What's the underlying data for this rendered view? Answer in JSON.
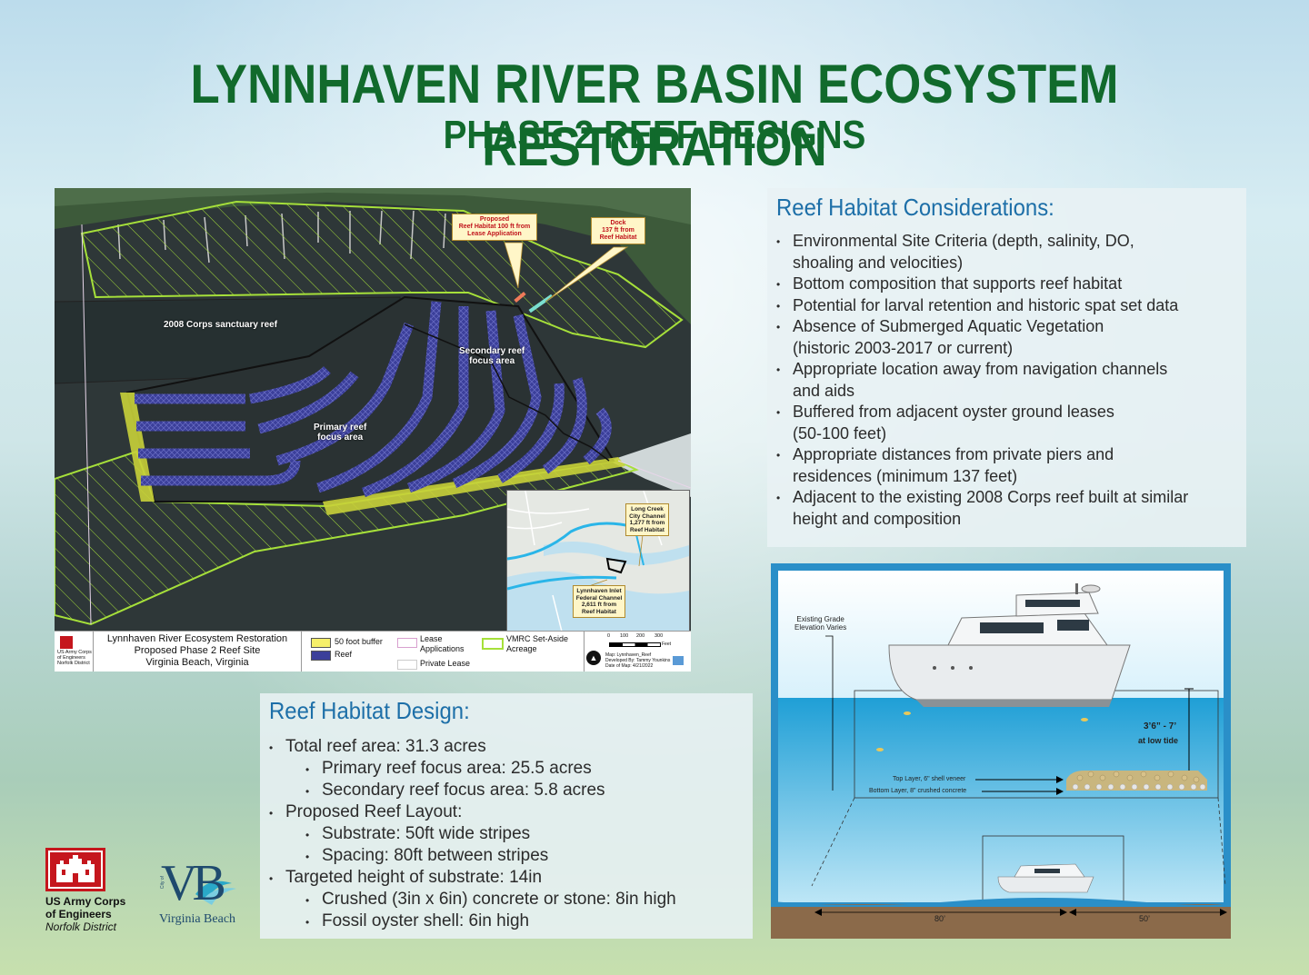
{
  "header": {
    "title": "LYNNHAVEN RIVER BASIN ECOSYSTEM RESTORATION",
    "subtitle": "PHASE 2 REEF DESIGNS"
  },
  "map": {
    "labels": {
      "sanctuary": "2008 Corps sanctuary reef",
      "secondary_l1": "Secondary reef",
      "secondary_l2": "focus area",
      "primary_l1": "Primary reef",
      "primary_l2": "focus area"
    },
    "callouts": {
      "proposed_l1": "Proposed",
      "proposed_l2": "Reef Habitat 100 ft from",
      "proposed_l3": "Lease Application",
      "dock_l1": "Dock",
      "dock_l2": "137 ft from",
      "dock_l3": "Reef Habitat"
    },
    "inset": {
      "long_creek_l1": "Long Creek",
      "long_creek_l2": "City Channel",
      "long_creek_l3": "1,277 ft from",
      "long_creek_l4": "Reef Habitat",
      "inlet_l1": "Lynnhaven Inlet",
      "inlet_l2": "Federal Channel",
      "inlet_l3": "2,611 ft from",
      "inlet_l4": "Reef Habitat"
    },
    "legend": {
      "org_l1": "US Army Corps",
      "org_l2": "of Engineers",
      "org_l3": "Norfolk District",
      "map_title_l1": "Lynnhaven River Ecosystem Restoration",
      "map_title_l2": "Proposed Phase 2 Reef Site",
      "map_title_l3": "Virginia Beach, Virginia",
      "buffer": "50 foot buffer",
      "reef": "Reef",
      "lease_l1": "Lease",
      "lease_l2": "Applications",
      "private_lease": "Private Lease",
      "vmrc_l1": "VMRC Set-Aside",
      "vmrc_l2": "Acreage",
      "scale": [
        "0",
        "100",
        "200",
        "300"
      ],
      "scale_unit": "Feet",
      "meta_l1": "Map: Lynnhaven_Reef",
      "meta_l2": "Developed By: Tammy Younkins",
      "meta_l3": "Date of Map: 4/21/2022"
    }
  },
  "considerations": {
    "heading": "Reef Habitat Considerations:",
    "items": [
      [
        "Environmental Site Criteria (depth, salinity, DO,",
        "shoaling and velocities)"
      ],
      [
        "Bottom composition that supports reef habitat"
      ],
      [
        "Potential for larval retention and historic spat set data"
      ],
      [
        "Absence of Submerged Aquatic Vegetation",
        "(historic 2003-2017 or current)"
      ],
      [
        "Appropriate location away from navigation channels",
        "and aids"
      ],
      [
        "Buffered from adjacent oyster ground leases",
        "(50-100 feet)"
      ],
      [
        "Appropriate distances from private piers and",
        "residences (minimum 137 feet)"
      ],
      [
        "Adjacent to the existing 2008 Corps reef built at similar",
        "height and composition"
      ]
    ]
  },
  "design": {
    "heading": "Reef Habitat Design:",
    "i0": "Total reef area: 31.3 acres",
    "i1": "Primary reef focus area: 25.5 acres",
    "i2": "Secondary reef focus area: 5.8 acres",
    "i3": "Proposed Reef Layout:",
    "i4": "Substrate: 50ft wide stripes",
    "i5": "Spacing: 80ft between stripes",
    "i6": "Targeted height of substrate: 14in",
    "i7": "Crushed (3in x 6in) concrete or stone: 8in high",
    "i8": "Fossil oyster shell: 6in high"
  },
  "diagram": {
    "grade_l1": "Existing Grade",
    "grade_l2": "Elevation Varies",
    "depth": "3’6” - 7’",
    "depth_note": "at low tide",
    "top_layer": "Top Layer, 6\" shell veneer",
    "bottom_layer": "Bottom Layer, 8\" crushed concrete",
    "dim_80": "80’",
    "dim_50": "50’"
  },
  "logos": {
    "usace_l1": "US Army Corps",
    "usace_l2": "of Engineers",
    "usace_l3": "Norfolk District",
    "vb_small": "City of",
    "vb_name": "Virginia Beach",
    "vb_letters": "VB"
  },
  "colors": {
    "title_green": "#116a2c",
    "heading_blue": "#1d6fa8",
    "reef_blue": "#3b3f9a",
    "buffer_yellow": "#c9d23a",
    "vmrc_green": "#a6e03a"
  }
}
